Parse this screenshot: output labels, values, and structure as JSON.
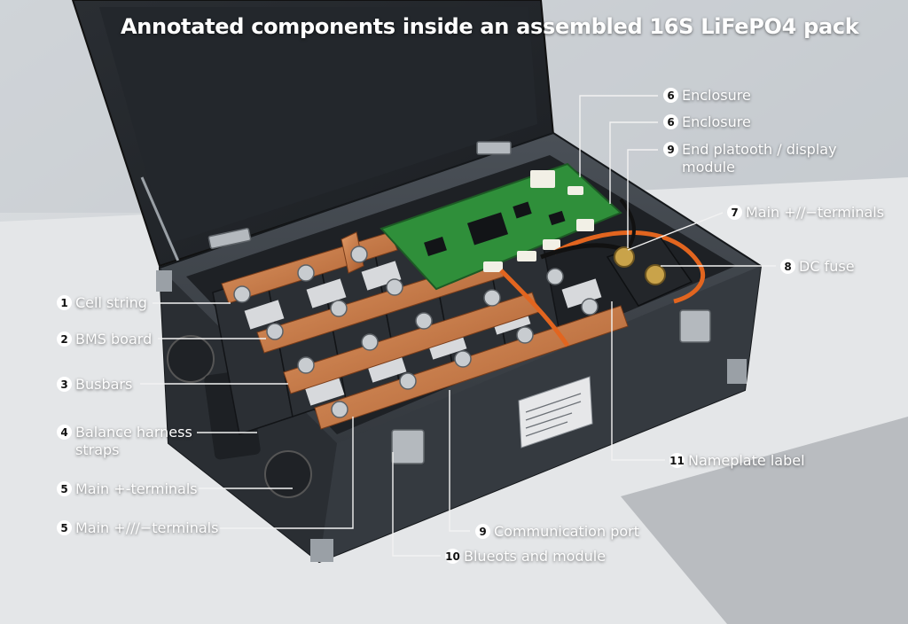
{
  "title": "Annotated components inside an assembled 16S LiFePO4 pack",
  "callouts": [
    {
      "id": "cell-string",
      "number": "1",
      "text": "Cell string"
    },
    {
      "id": "bms-board",
      "number": "2",
      "text": "BMS board"
    },
    {
      "id": "busbars",
      "number": "3",
      "text": "Busbars"
    },
    {
      "id": "balance-harness",
      "number": "4",
      "text": "Balance harness straps"
    },
    {
      "id": "main-terminals-a",
      "number": "5",
      "text": "Main +-terminals"
    },
    {
      "id": "main-terminals-b",
      "number": "5",
      "text": "Main +///−terminals"
    },
    {
      "id": "enclosure-a",
      "number": "6",
      "text": "Enclosure"
    },
    {
      "id": "enclosure-b",
      "number": "6",
      "text": "Enclosure"
    },
    {
      "id": "end-plate-display",
      "number": "9",
      "text": "End platooth / display module"
    },
    {
      "id": "main-terminals-c",
      "number": "7",
      "text": "Main +//−terminals"
    },
    {
      "id": "dc-fuse",
      "number": "8",
      "text": "DC fuse"
    },
    {
      "id": "nameplate-label",
      "number": "11",
      "text": "Nameplate label"
    },
    {
      "id": "communication-port",
      "number": "9",
      "text": "Communication port"
    },
    {
      "id": "bluetooth-module",
      "number": "10",
      "text": "Blueots and module"
    }
  ],
  "colors": {
    "background": "#cfd3d7",
    "enclosure": "#3a3f45",
    "pcb": "#2f8f3a",
    "busbar": "#c9743f",
    "label_text": "#ffffff"
  }
}
